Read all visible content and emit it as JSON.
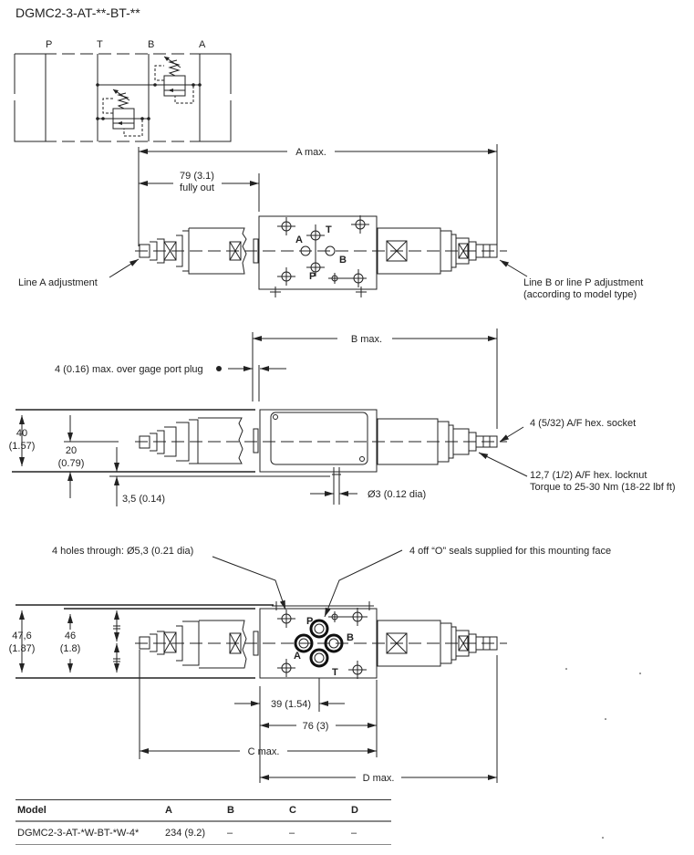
{
  "title": "DGMC2-3-AT-**-BT-**",
  "schematic": {
    "port_labels": [
      "P",
      "T",
      "B",
      "A"
    ]
  },
  "top_view": {
    "a_max_label": "A max.",
    "fully_out_value": "79 (3.1)",
    "fully_out_label": "fully out",
    "line_a_label": "Line A adjustment",
    "line_b_label_1": "Line B or line P adjustment",
    "line_b_label_2": "(according to model type)",
    "port_labels": {
      "A": "A",
      "T": "T",
      "B": "B",
      "P": "P"
    }
  },
  "side_view": {
    "b_max_label": "B max.",
    "gage_plug_label": "4 (0.16) max. over gage port plug",
    "height_mm": "40",
    "height_in": "(1.57)",
    "center_mm": "20",
    "center_in": "(0.79)",
    "offset_label": "3,5 (0.14)",
    "pin_dia_label": "Ø3 (0.12 dia)",
    "hex_socket_label": "4 (5/32) A/F hex. socket",
    "locknut_label_1": "12,7 (1/2) A/F hex. locknut",
    "locknut_label_2": "Torque to 25-30 Nm (18-22 lbf ft)"
  },
  "bottom_view": {
    "holes_label": "4 holes through: Ø5,3 (0.21 dia)",
    "seals_label": "4 off “O” seals supplied for this mounting face",
    "height_outer_mm": "47,6",
    "height_outer_in": "(1.87)",
    "height_inner_mm": "46",
    "height_inner_in": "(1.8)",
    "dim_39": "39 (1.54)",
    "dim_76": "76 (3)",
    "c_max_label": "C max.",
    "d_max_label": "D max.",
    "port_labels": {
      "P": "P",
      "A": "A",
      "B": "B",
      "T": "T"
    }
  },
  "table": {
    "headers": [
      "Model",
      "A",
      "B",
      "C",
      "D"
    ],
    "rows": [
      [
        "DGMC2-3-AT-*W-BT-*W-4*",
        "234 (9.2)",
        "–",
        "–",
        "–"
      ]
    ]
  }
}
